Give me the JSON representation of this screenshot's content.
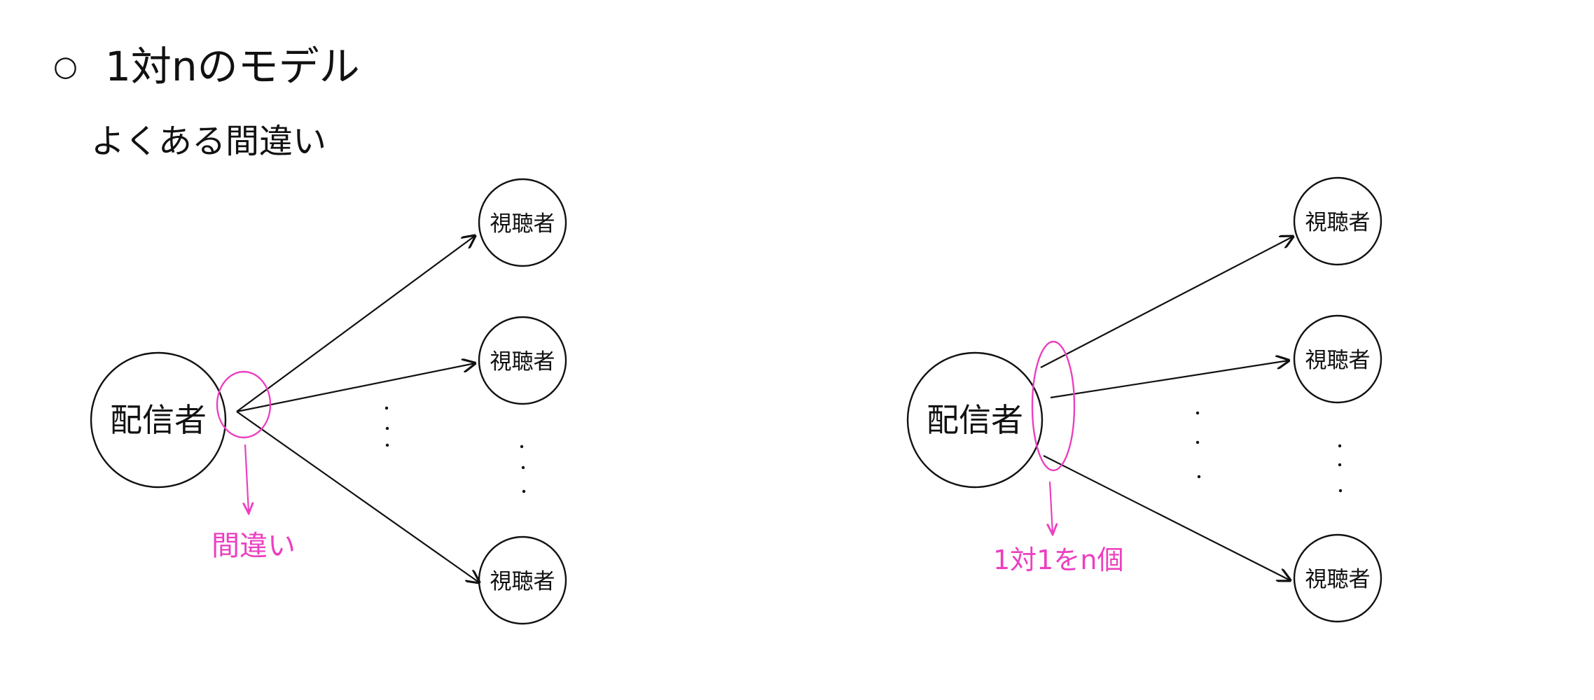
{
  "title": {
    "bullet": "○",
    "text": "1対nのモデル"
  },
  "subtitle": "よくある間違い",
  "colors": {
    "ink": "#111111",
    "annotation": "#ec3fc0"
  },
  "left_diagram": {
    "sender_label": "配信者",
    "viewer_labels": [
      "視聴者",
      "視聴者",
      "視聴者"
    ],
    "annotation": "間違い"
  },
  "right_diagram": {
    "sender_label": "配信者",
    "viewer_labels": [
      "視聴者",
      "視聴者",
      "視聴者"
    ],
    "annotation": "1対1をn個"
  }
}
